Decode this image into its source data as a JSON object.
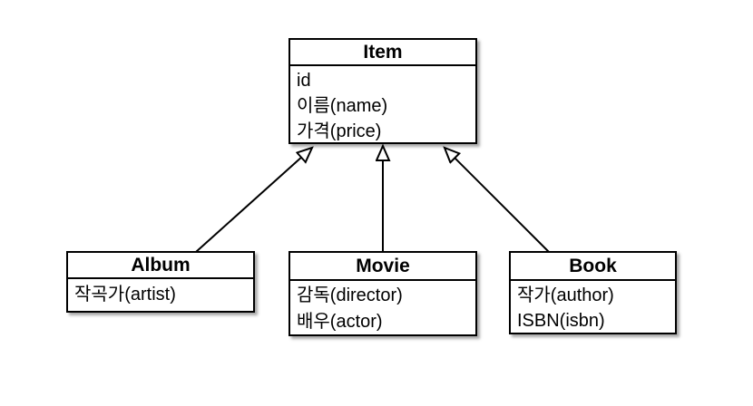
{
  "diagram": {
    "type": "uml-class-diagram",
    "colors": {
      "background": "#ffffff",
      "line": "#000000",
      "box_fill": "#ffffff",
      "text": "#000000"
    },
    "classes": [
      {
        "name": "Item",
        "attributes": [
          "id",
          "이름(name)",
          "가격(price)"
        ]
      },
      {
        "name": "Album",
        "attributes": [
          "작곡가(artist)"
        ]
      },
      {
        "name": "Movie",
        "attributes": [
          "감독(director)",
          "배우(actor)"
        ]
      },
      {
        "name": "Book",
        "attributes": [
          "작가(author)",
          "ISBN(isbn)"
        ]
      }
    ],
    "relations": [
      {
        "from": "Album",
        "to": "Item",
        "type": "generalization"
      },
      {
        "from": "Movie",
        "to": "Item",
        "type": "generalization"
      },
      {
        "from": "Book",
        "to": "Item",
        "type": "generalization"
      }
    ]
  }
}
